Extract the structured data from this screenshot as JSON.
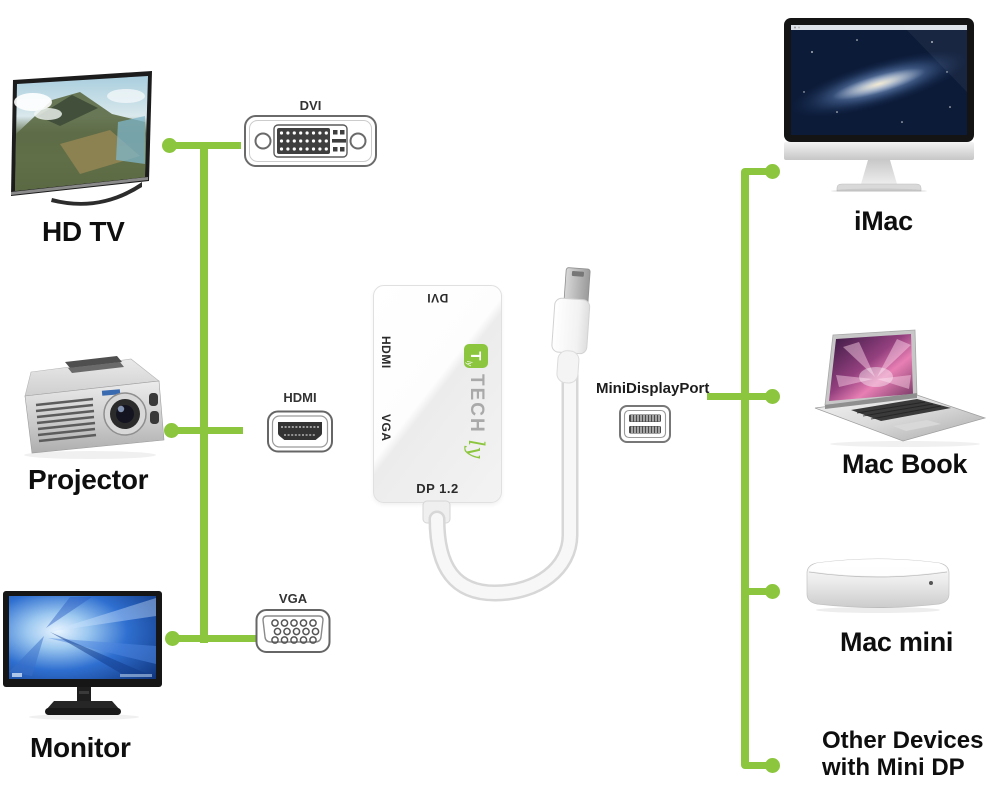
{
  "colors": {
    "accent_green": "#8CC63E",
    "label_text": "#0e0e0e"
  },
  "devices": {
    "hdtv": "HD TV",
    "projector": "Projector",
    "monitor": "Monitor",
    "imac": "iMac",
    "macbook": "Mac Book",
    "macmini": "Mac mini",
    "other_line1": "Other Devices",
    "other_line2": "with Mini DP"
  },
  "connectors": {
    "dvi": "DVI",
    "hdmi": "HDMI",
    "vga": "VGA",
    "minidp": "MiniDisplayPort"
  },
  "adapter": {
    "top_port": "DVI",
    "left_port_upper": "HDMI",
    "left_port_lower": "VGA",
    "bottom_port": "DP 1.2",
    "brand_icon_letter": "T",
    "brand_icon_sub": "ly",
    "brand_word": "TECH",
    "brand_script": "ly"
  },
  "icons": {
    "dvi_port": "dvi-port-icon",
    "hdmi_port": "hdmi-port-icon",
    "vga_port": "vga-port-icon",
    "minidp_port": "minidp-port-icon",
    "hdtv": "hdtv-image",
    "projector": "projector-image",
    "monitor": "monitor-image",
    "imac": "imac-image",
    "macbook": "macbook-image",
    "macmini": "macmini-image",
    "adapter": "adapter-cable-image"
  }
}
